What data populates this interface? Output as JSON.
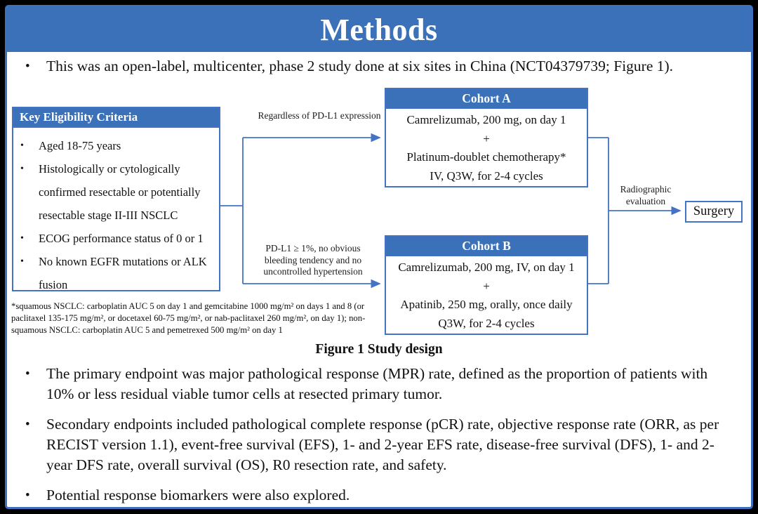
{
  "slide": {
    "title": "Methods",
    "intro_bullet": "This was an open-label, multicenter, phase 2 study done at six sites in China (NCT04379739; Figure 1).",
    "bullet_marker": "•",
    "colors": {
      "banner_blue": "#3B71B8",
      "accent_blue": "#4472C4",
      "text": "#111111",
      "slide_background": "#FFFFFF",
      "frame_background": "#000000"
    }
  },
  "figure": {
    "caption": "Figure 1 Study design",
    "eligibility": {
      "header": "Key Eligibility Criteria",
      "items": [
        "Aged 18-75 years",
        "Histologically or cytologically confirmed resectable or potentially resectable stage II-III NSCLC",
        "ECOG performance status of 0 or 1",
        "No known EGFR mutations or ALK fusion"
      ]
    },
    "branch_top_label": "Regardless of PD-L1 expression",
    "branch_bottom_label": "PD-L1 ≥ 1%, no obvious bleeding tendency and no uncontrolled hypertension",
    "cohort_a": {
      "header": "Cohort A",
      "lines": [
        "Camrelizumab, 200 mg, on day 1",
        "+",
        "Platinum-doublet chemotherapy*",
        "IV, Q3W, for 2-4 cycles"
      ]
    },
    "cohort_b": {
      "header": "Cohort B",
      "lines": [
        "Camrelizumab, 200 mg, IV, on day 1",
        "+",
        "Apatinib, 250 mg, orally, once daily",
        "Q3W, for 2-4 cycles"
      ]
    },
    "evaluation_label": "Radiographic evaluation",
    "surgery_label": "Surgery",
    "footnote": "*squamous NSCLC: carboplatin AUC 5 on day 1 and gemcitabine 1000 mg/m² on days 1 and 8 (or paclitaxel 135-175 mg/m², or docetaxel 60-75 mg/m², or nab-paclitaxel 260 mg/m², on day 1); non-squamous NSCLC: carboplatin AUC 5 and pemetrexed 500 mg/m² on day 1"
  },
  "bullets": [
    "The primary endpoint was major pathological response (MPR) rate, defined as the proportion of patients with 10% or less residual viable tumor cells at resected primary tumor.",
    "Secondary endpoints included pathological complete response (pCR) rate, objective response rate (ORR, as per RECIST version 1.1), event-free survival (EFS), 1- and 2-year EFS rate, disease-free survival (DFS), 1- and 2-year DFS rate, overall survival (OS), R0 resection rate, and safety.",
    "Potential response biomarkers were also explored."
  ]
}
